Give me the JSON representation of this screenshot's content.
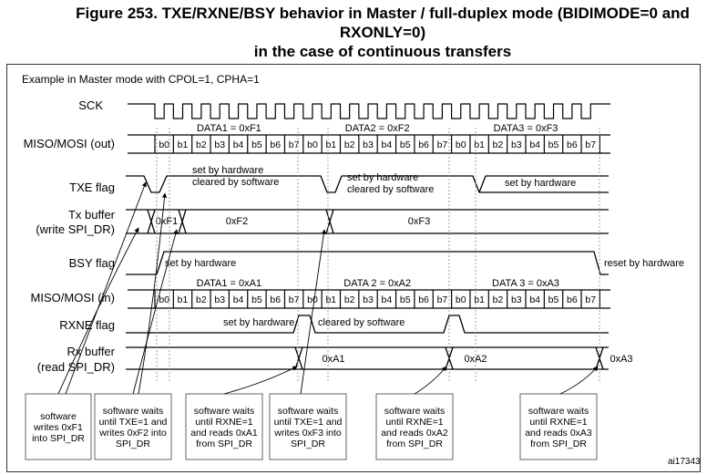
{
  "title": {
    "line1": "Figure 253. TXE/RXNE/BSY behavior in Master / full-duplex mode (BIDIMODE=0 and",
    "line2": "RXONLY=0)",
    "line3": "in the case of continuous transfers"
  },
  "example": "Example in Master mode with CPOL=1, CPHA=1",
  "signals": {
    "sck": "SCK",
    "miso_out": "MISO/MOSI (out)",
    "txe": "TXE flag",
    "txbuf1": "Tx buffer",
    "txbuf2": "(write SPI_DR)",
    "bsy": "BSY flag",
    "miso_in": "MISO/MOSI (in)",
    "rxne": "RXNE flag",
    "rxbuf1": "Rx buffer",
    "rxbuf2": "(read SPI_DR)"
  },
  "bits": [
    "b0",
    "b1",
    "b2",
    "b3",
    "b4",
    "b5",
    "b6",
    "b7"
  ],
  "out_data": [
    "DATA1 = 0xF1",
    "DATA2 = 0xF2",
    "DATA3 = 0xF3"
  ],
  "in_data": [
    "DATA1 = 0xA1",
    "DATA 2 = 0xA2",
    "DATA 3 = 0xA3"
  ],
  "tx_values": [
    "0xF1",
    "0xF2",
    "0xF3"
  ],
  "rx_values": [
    "0xA1",
    "0xA2",
    "0xA3"
  ],
  "annotations": {
    "txe_set1": "set by hardware",
    "txe_clr1": "cleared by software",
    "txe_set2": "set by hardware",
    "txe_clr2": "cleared by software",
    "txe_set3": "set by hardware",
    "bsy_set": "set by hardware",
    "bsy_reset": "reset by hardware",
    "rxne_set": "set by hardware",
    "rxne_clr": "cleared by software"
  },
  "notes": [
    [
      "software",
      "writes 0xF1",
      "into SPI_DR"
    ],
    [
      "software waits",
      "until TXE=1 and",
      "writes 0xF2 into",
      "SPI_DR"
    ],
    [
      "software waits",
      "until RXNE=1",
      "and reads 0xA1",
      "from SPI_DR"
    ],
    [
      "software waits",
      "until TXE=1 and",
      "writes 0xF3 into",
      "SPI_DR"
    ],
    [
      "software waits",
      "until RXNE=1",
      "and reads 0xA2",
      "from SPI_DR"
    ],
    [
      "software waits",
      "until RXNE=1",
      "and reads 0xA3",
      "from SPI_DR"
    ]
  ],
  "figure_id": "ai17343"
}
